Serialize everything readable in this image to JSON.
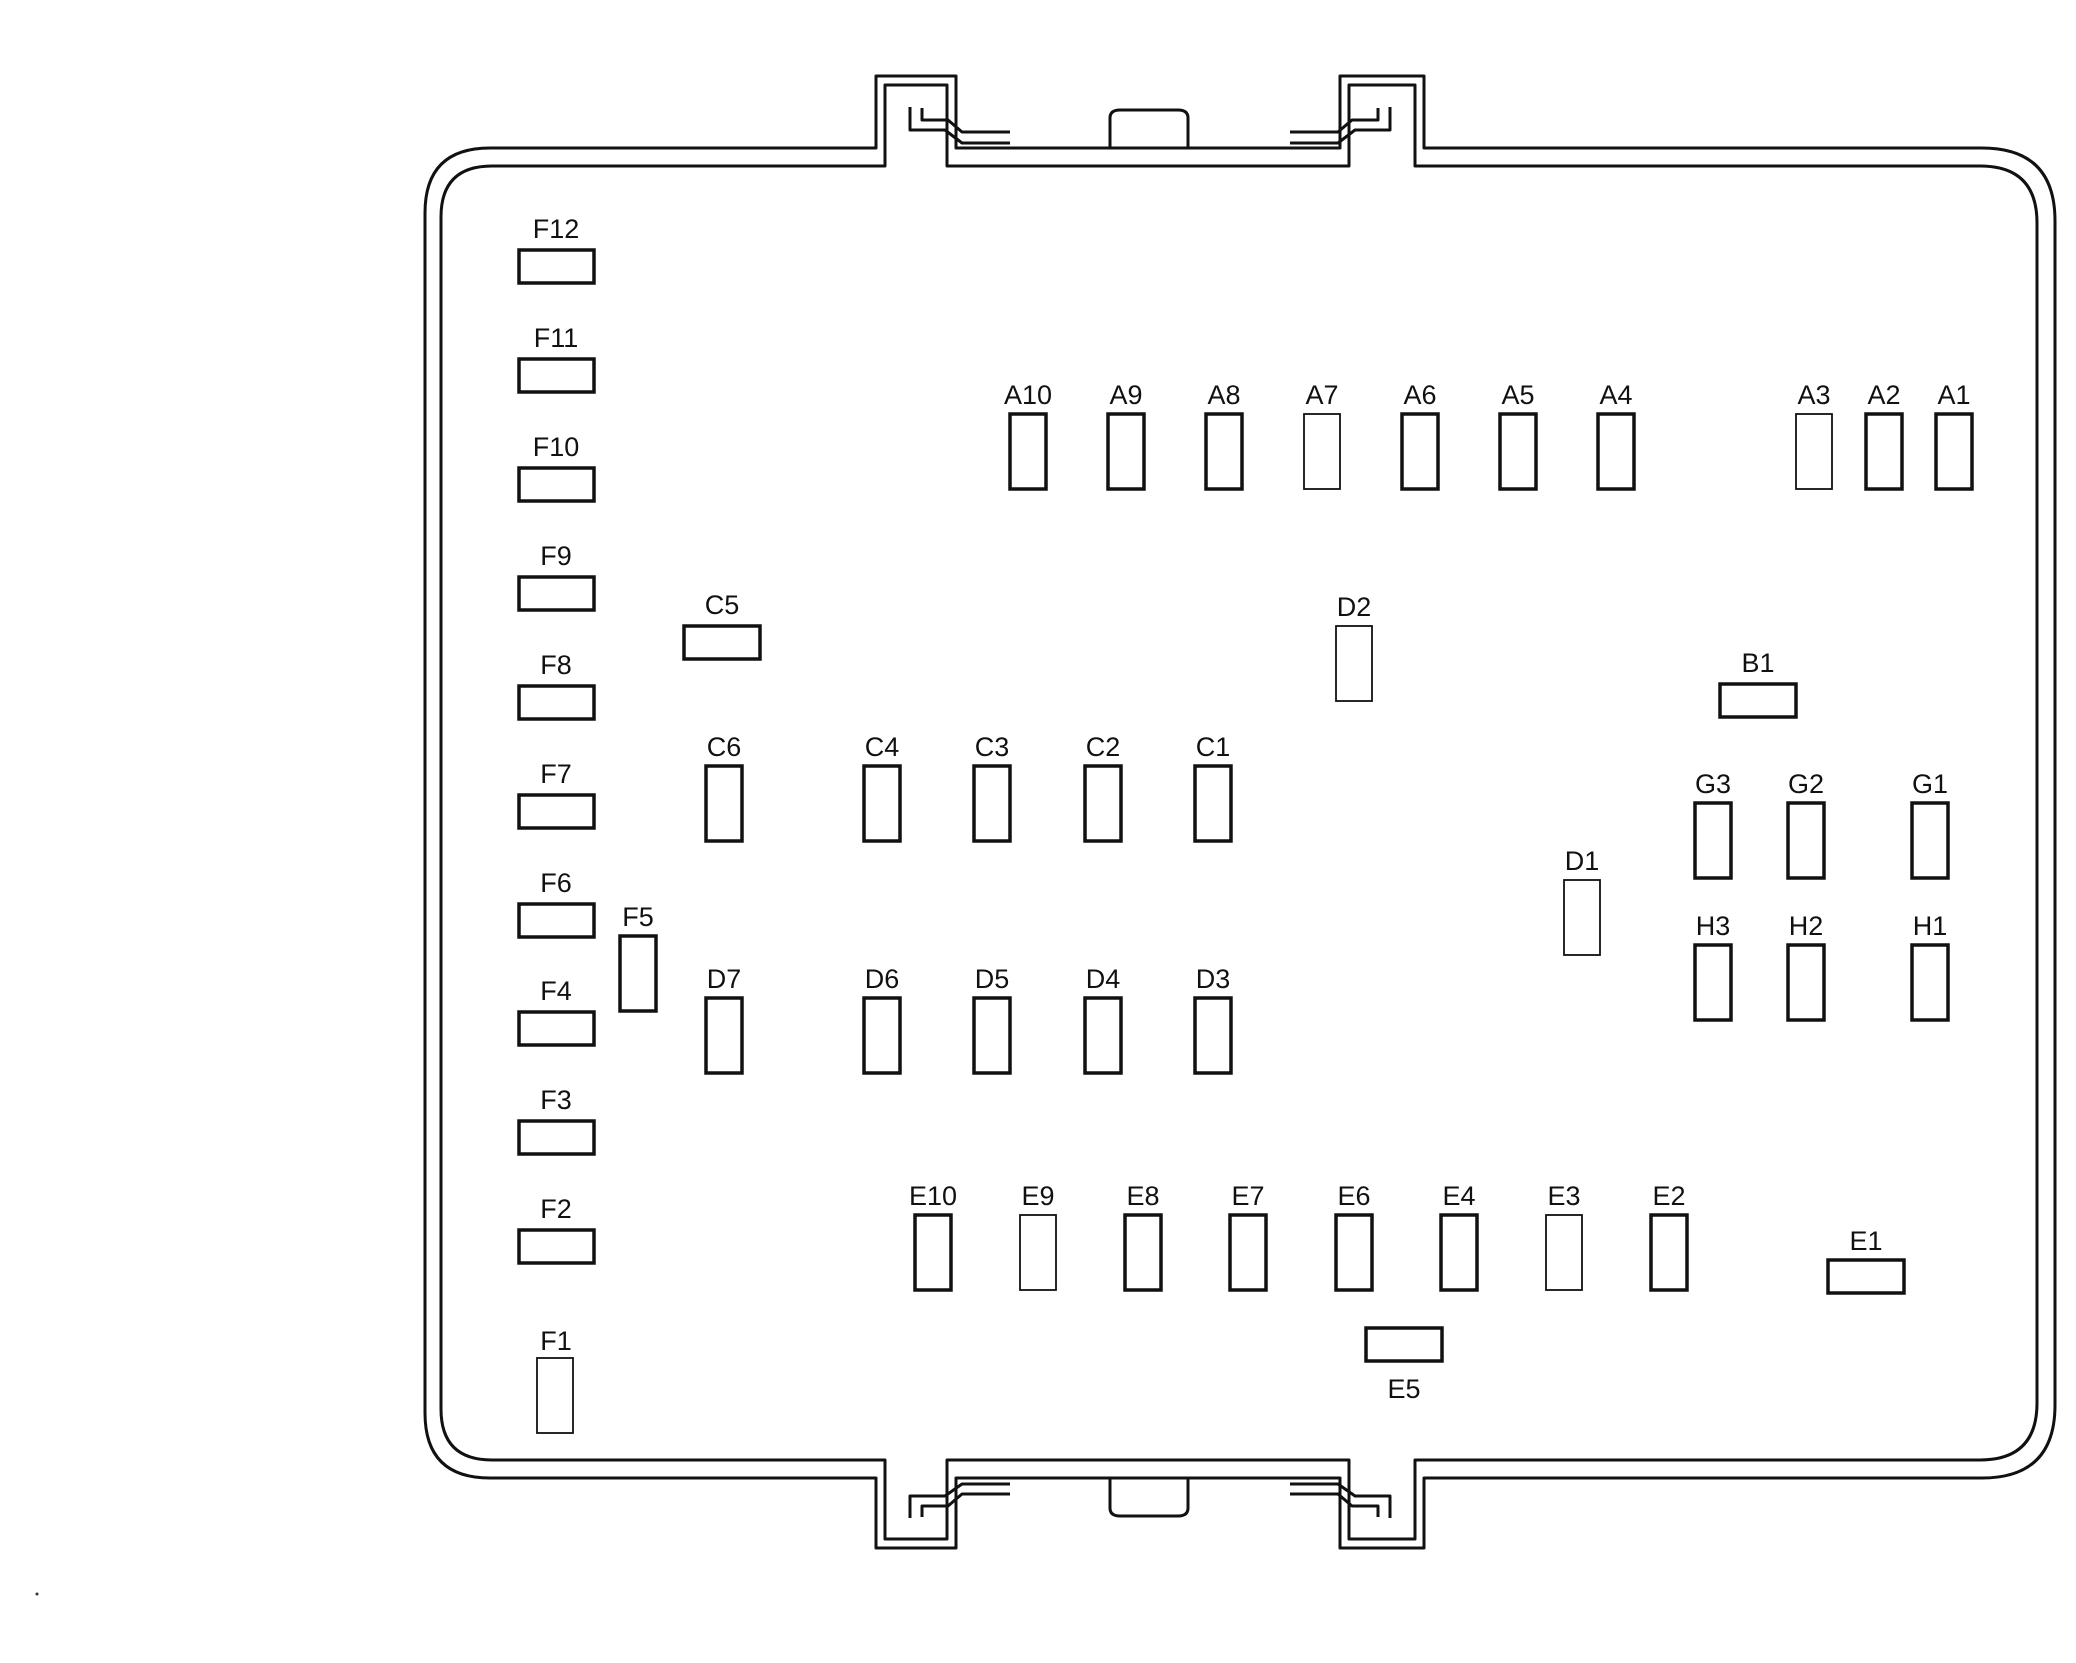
{
  "diagram": {
    "fuses": [
      {
        "id": "F12",
        "label": "F12",
        "orientation": "horizontal",
        "bold": true
      },
      {
        "id": "F11",
        "label": "F11",
        "orientation": "horizontal",
        "bold": true
      },
      {
        "id": "F10",
        "label": "F10",
        "orientation": "horizontal",
        "bold": true
      },
      {
        "id": "F9",
        "label": "F9",
        "orientation": "horizontal",
        "bold": true
      },
      {
        "id": "F8",
        "label": "F8",
        "orientation": "horizontal",
        "bold": true
      },
      {
        "id": "F7",
        "label": "F7",
        "orientation": "horizontal",
        "bold": true
      },
      {
        "id": "F6",
        "label": "F6",
        "orientation": "horizontal",
        "bold": true
      },
      {
        "id": "F5",
        "label": "F5",
        "orientation": "vertical",
        "bold": true
      },
      {
        "id": "F4",
        "label": "F4",
        "orientation": "horizontal",
        "bold": true
      },
      {
        "id": "F3",
        "label": "F3",
        "orientation": "horizontal",
        "bold": true
      },
      {
        "id": "F2",
        "label": "F2",
        "orientation": "horizontal",
        "bold": true
      },
      {
        "id": "F1",
        "label": "F1",
        "orientation": "vertical",
        "bold": false
      },
      {
        "id": "A10",
        "label": "A10",
        "orientation": "vertical",
        "bold": true
      },
      {
        "id": "A9",
        "label": "A9",
        "orientation": "vertical",
        "bold": true
      },
      {
        "id": "A8",
        "label": "A8",
        "orientation": "vertical",
        "bold": true
      },
      {
        "id": "A7",
        "label": "A7",
        "orientation": "vertical",
        "bold": false
      },
      {
        "id": "A6",
        "label": "A6",
        "orientation": "vertical",
        "bold": true
      },
      {
        "id": "A5",
        "label": "A5",
        "orientation": "vertical",
        "bold": true
      },
      {
        "id": "A4",
        "label": "A4",
        "orientation": "vertical",
        "bold": true
      },
      {
        "id": "A3",
        "label": "A3",
        "orientation": "vertical",
        "bold": false
      },
      {
        "id": "A2",
        "label": "A2",
        "orientation": "vertical",
        "bold": true
      },
      {
        "id": "A1",
        "label": "A1",
        "orientation": "vertical",
        "bold": true
      },
      {
        "id": "C5",
        "label": "C5",
        "orientation": "horizontal",
        "bold": true
      },
      {
        "id": "D2",
        "label": "D2",
        "orientation": "vertical",
        "bold": false
      },
      {
        "id": "B1",
        "label": "B1",
        "orientation": "horizontal",
        "bold": true
      },
      {
        "id": "C6",
        "label": "C6",
        "orientation": "vertical",
        "bold": true
      },
      {
        "id": "C4",
        "label": "C4",
        "orientation": "vertical",
        "bold": true
      },
      {
        "id": "C3",
        "label": "C3",
        "orientation": "vertical",
        "bold": true
      },
      {
        "id": "C2",
        "label": "C2",
        "orientation": "vertical",
        "bold": true
      },
      {
        "id": "C1",
        "label": "C1",
        "orientation": "vertical",
        "bold": true
      },
      {
        "id": "G3",
        "label": "G3",
        "orientation": "vertical",
        "bold": true
      },
      {
        "id": "G2",
        "label": "G2",
        "orientation": "vertical",
        "bold": true
      },
      {
        "id": "G1",
        "label": "G1",
        "orientation": "vertical",
        "bold": true
      },
      {
        "id": "D1",
        "label": "D1",
        "orientation": "vertical",
        "bold": false
      },
      {
        "id": "H3",
        "label": "H3",
        "orientation": "vertical",
        "bold": true
      },
      {
        "id": "H2",
        "label": "H2",
        "orientation": "vertical",
        "bold": true
      },
      {
        "id": "H1",
        "label": "H1",
        "orientation": "vertical",
        "bold": true
      },
      {
        "id": "D7",
        "label": "D7",
        "orientation": "vertical",
        "bold": true
      },
      {
        "id": "D6",
        "label": "D6",
        "orientation": "vertical",
        "bold": true
      },
      {
        "id": "D5",
        "label": "D5",
        "orientation": "vertical",
        "bold": true
      },
      {
        "id": "D4",
        "label": "D4",
        "orientation": "vertical",
        "bold": true
      },
      {
        "id": "D3",
        "label": "D3",
        "orientation": "vertical",
        "bold": true
      },
      {
        "id": "E10",
        "label": "E10",
        "orientation": "vertical",
        "bold": true
      },
      {
        "id": "E9",
        "label": "E9",
        "orientation": "vertical",
        "bold": false
      },
      {
        "id": "E8",
        "label": "E8",
        "orientation": "vertical",
        "bold": true
      },
      {
        "id": "E7",
        "label": "E7",
        "orientation": "vertical",
        "bold": true
      },
      {
        "id": "E6",
        "label": "E6",
        "orientation": "vertical",
        "bold": true
      },
      {
        "id": "E4",
        "label": "E4",
        "orientation": "vertical",
        "bold": true
      },
      {
        "id": "E3",
        "label": "E3",
        "orientation": "vertical",
        "bold": false
      },
      {
        "id": "E2",
        "label": "E2",
        "orientation": "vertical",
        "bold": true
      },
      {
        "id": "E1",
        "label": "E1",
        "orientation": "horizontal",
        "bold": true
      },
      {
        "id": "E5",
        "label": "E5",
        "orientation": "horizontal",
        "bold": true
      }
    ]
  }
}
